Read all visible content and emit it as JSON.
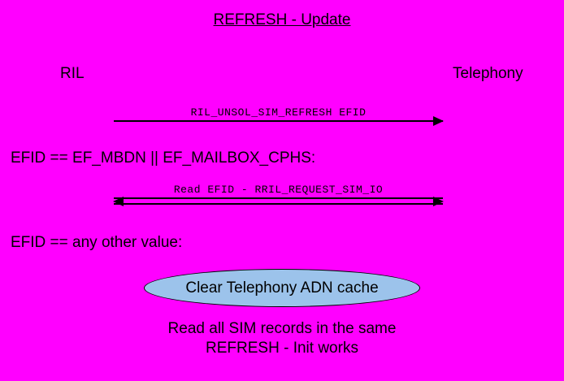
{
  "title": "REFRESH - Update",
  "actors": {
    "left": "RIL",
    "right": "Telephony"
  },
  "messages": {
    "m1": {
      "label": "RIL_UNSOL_SIM_REFRESH EFID",
      "direction": "right"
    },
    "m2": {
      "label": "Read EFID - RRIL_REQUEST_SIM_IO",
      "direction": "both"
    }
  },
  "conditions": {
    "c1": "EFID == EF_MBDN || EF_MAILBOX_CPHS:",
    "c2": "EFID == any other value:"
  },
  "ellipse": {
    "label": "Clear Telephony ADN cache"
  },
  "footer": {
    "line1": "Read all SIM records in the same",
    "line2": "REFRESH - Init works"
  },
  "colors": {
    "background": "#ff00ff",
    "text": "#000000",
    "line": "#000000",
    "ellipse_fill": "#9cc3eb"
  }
}
